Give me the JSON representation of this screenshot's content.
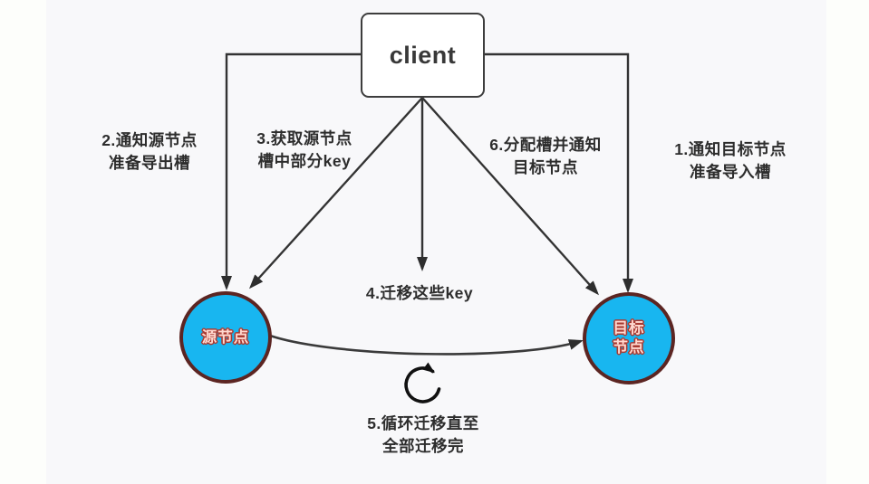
{
  "diagram": {
    "title_hint": "redis-cluster-slot-migration-flow",
    "client_label": "client",
    "source_node_label": "源节点",
    "target_node_label": "目标\n节点",
    "steps": {
      "step1": "1.通知目标节点\n准备导入槽",
      "step2": "2.通知源节点\n准备导出槽",
      "step3": "3.获取源节点\n槽中部分key",
      "step4": "4.迁移这些key",
      "step5": "5.循环迁移直至\n全部迁移完",
      "step6": "6.分配槽并通知\n目标节点"
    },
    "icons": {
      "cycle_arrow_icon": "↻"
    },
    "colors": {
      "canvas_bg": "#f8f8fa",
      "side_strip_bg": "#fdfefb",
      "line": "#333333",
      "arrowhead": "#2e2e2e",
      "client_box_fill": "#ffffff",
      "client_box_border": "#3d3d3d",
      "node_fill": "#18b6f0",
      "node_border": "#5c2522",
      "node_text_fill": "#ffd8cf",
      "node_text_outline": "#a83a32",
      "label_text": "#2d2d2d"
    }
  }
}
